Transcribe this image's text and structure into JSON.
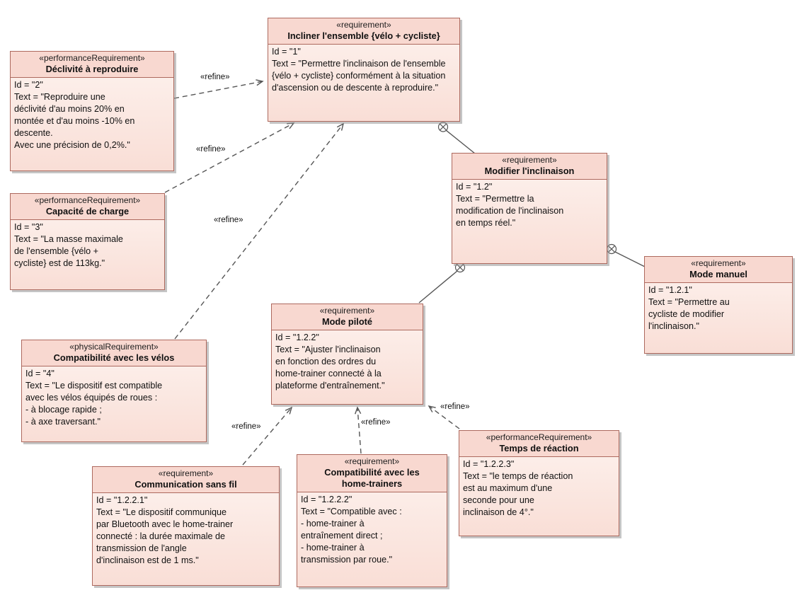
{
  "diagram": {
    "labels": {
      "refine": "«refine»"
    },
    "nodes": [
      {
        "key": "incliner-ensemble",
        "stereotype": "«requirement»",
        "title": "Incliner l'ensemble {vélo + cycliste}",
        "id_line": "Id = \"1\"",
        "text": "Text = \"Permettre l'inclinaison de l'ensemble\n{vélo + cycliste} conformément à la situation\nd'ascension ou de descente à reproduire.\""
      },
      {
        "key": "declivite-a-reproduire",
        "stereotype": "«performanceRequirement»",
        "title": "Déclivité à reproduire",
        "id_line": "Id = \"2\"",
        "text": "Text = \"Reproduire une\ndéclivité d'au moins 20% en\nmontée et d'au moins -10% en\ndescente.\nAvec une précision de 0,2%.\""
      },
      {
        "key": "capacite-de-charge",
        "stereotype": "«performanceRequirement»",
        "title": "Capacité de charge",
        "id_line": "Id = \"3\"",
        "text": "Text = \"La masse maximale\nde l'ensemble {vélo +\ncycliste} est de 113kg.\""
      },
      {
        "key": "compatibilite-velos",
        "stereotype": "«physicalRequirement»",
        "title": "Compatibilité avec les vélos",
        "id_line": "Id = \"4\"",
        "text": "Text = \"Le dispositif est compatible\navec les vélos équipés de roues :\n- à blocage rapide ;\n- à axe traversant.\""
      },
      {
        "key": "modifier-inclinaison",
        "stereotype": "«requirement»",
        "title": "Modifier l'inclinaison",
        "id_line": "Id = \"1.2\"",
        "text": "Text = \"Permettre la\nmodification de l'inclinaison\nen temps réel.\""
      },
      {
        "key": "mode-manuel",
        "stereotype": "«requirement»",
        "title": "Mode manuel",
        "id_line": "Id = \"1.2.1\"",
        "text": "Text = \"Permettre au\ncycliste de modifier\nl'inclinaison.\""
      },
      {
        "key": "mode-pilote",
        "stereotype": "«requirement»",
        "title": "Mode piloté",
        "id_line": "Id = \"1.2.2\"",
        "text": "Text = \"Ajuster l'inclinaison\nen fonction des ordres du\nhome-trainer connecté à la\nplateforme d'entraînement.\""
      },
      {
        "key": "communication-sans-fil",
        "stereotype": "«requirement»",
        "title": "Communication sans fil",
        "id_line": "Id = \"1.2.2.1\"",
        "text": "Text = \"Le dispositif communique\npar Bluetooth avec le home-trainer\nconnecté : la durée maximale de\ntransmission de l'angle\nd'inclinaison est de 1 ms.\""
      },
      {
        "key": "compatibilite-home-trainers",
        "stereotype": "«requirement»",
        "title": "Compatibilité avec les\nhome-trainers",
        "id_line": "Id = \"1.2.2.2\"",
        "text": "Text = \"Compatible avec :\n- home-trainer à\nentraînement direct ;\n- home-trainer à\ntransmission par roue.\""
      },
      {
        "key": "temps-de-reaction",
        "stereotype": "«performanceRequirement»",
        "title": "Temps de réaction",
        "id_line": "Id = \"1.2.2.3\"",
        "text": "Text = \"le temps de réaction\nest au maximum d'une\nseconde pour une\ninclinaison de 4°.\""
      }
    ],
    "relations": {
      "refine": [
        {
          "from": "Déclivité à reproduire",
          "to": "Incliner l'ensemble {vélo + cycliste}"
        },
        {
          "from": "Capacité de charge",
          "to": "Incliner l'ensemble {vélo + cycliste}"
        },
        {
          "from": "Compatibilité avec les vélos",
          "to": "Incliner l'ensemble {vélo + cycliste}"
        },
        {
          "from": "Communication sans fil",
          "to": "Mode piloté"
        },
        {
          "from": "Compatibilité avec les home-trainers",
          "to": "Mode piloté"
        },
        {
          "from": "Temps de réaction",
          "to": "Mode piloté"
        }
      ],
      "containment": [
        {
          "parent": "Incliner l'ensemble {vélo + cycliste}",
          "child": "Modifier l'inclinaison"
        },
        {
          "parent": "Modifier l'inclinaison",
          "child": "Mode piloté"
        },
        {
          "parent": "Modifier l'inclinaison",
          "child": "Mode manuel"
        }
      ]
    }
  }
}
